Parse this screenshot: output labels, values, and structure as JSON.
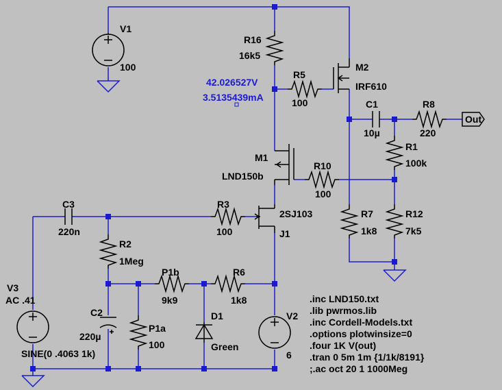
{
  "components": {
    "V1": {
      "name": "V1",
      "value": "100"
    },
    "R16": {
      "name": "R16",
      "value": "16k5"
    },
    "M2": {
      "name": "M2",
      "value": "IRF610"
    },
    "R5": {
      "name": "R5",
      "value": "100"
    },
    "C1": {
      "name": "C1",
      "value": "10µ"
    },
    "R8": {
      "name": "R8",
      "value": "220"
    },
    "R1": {
      "name": "R1",
      "value": "100k"
    },
    "M1": {
      "name": "M1",
      "value": "LND150b"
    },
    "R10": {
      "name": "R10",
      "value": "100"
    },
    "C3": {
      "name": "C3",
      "value": "220n"
    },
    "R3": {
      "name": "R3",
      "value": "100"
    },
    "J1": {
      "name": "J1",
      "value": "2SJ103"
    },
    "R7": {
      "name": "R7",
      "value": "1k8"
    },
    "R12": {
      "name": "R12",
      "value": "7k5"
    },
    "R2": {
      "name": "R2",
      "value": "1Meg"
    },
    "P1b": {
      "name": "P1b",
      "value": "9k9"
    },
    "R6": {
      "name": "R6",
      "value": "1k8"
    },
    "V3": {
      "name": "V3",
      "value": "AC .41",
      "source": "SINE(0 .4063 1k)"
    },
    "C2": {
      "name": "C2",
      "value": "220µ"
    },
    "P1a": {
      "name": "P1a",
      "value": "100"
    },
    "D1": {
      "name": "D1",
      "value": "Green"
    },
    "V2": {
      "name": "V2",
      "value": "6"
    }
  },
  "probe": {
    "voltage": "42.026527V",
    "current": "3.5135439mA"
  },
  "net_label": "Out",
  "directives": [
    ".inc LND150.txt",
    ".lib pwrmos.lib",
    ".inc Cordell-Models.txt",
    ".options plotwinsize=0",
    ".four 1K V(out)",
    ".tran 0 5m 1m {1/1k/8191}",
    ";.ac oct 20 1 1000Meg"
  ],
  "colors": {
    "background": "#c0c0c0",
    "wire": "#1a1ad0",
    "component": "#000000",
    "probe": "#1a1ad0"
  }
}
